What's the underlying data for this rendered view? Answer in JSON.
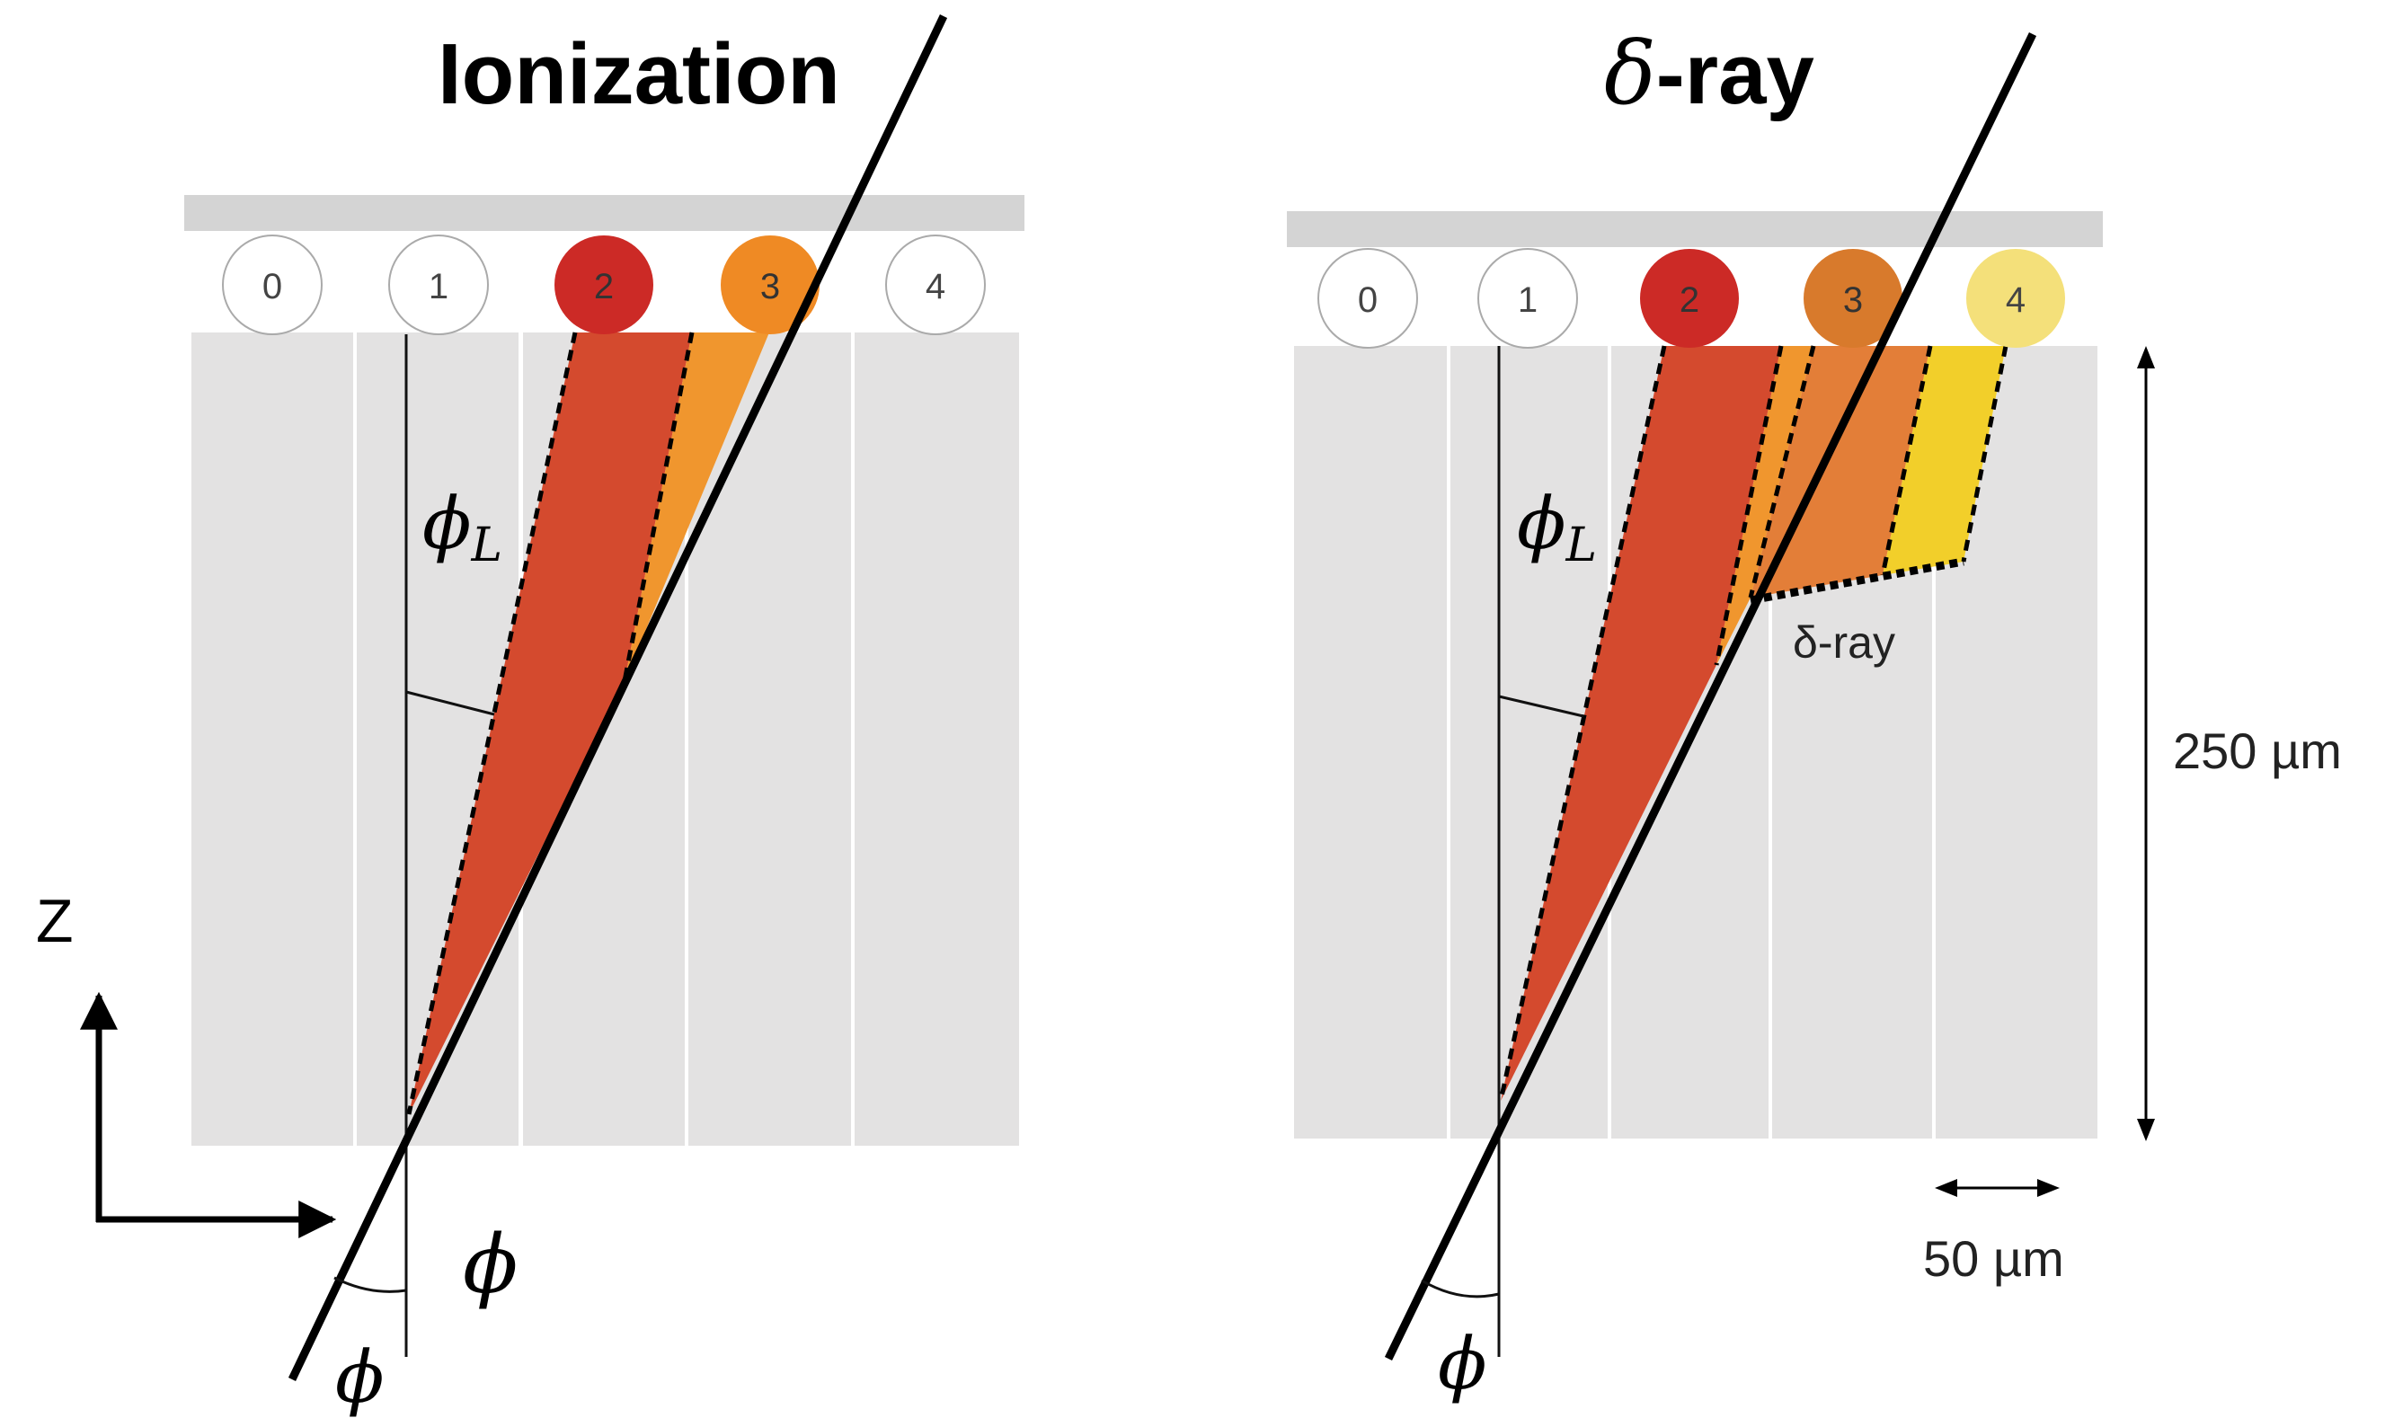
{
  "left_panel": {
    "title": "Ionization",
    "pixels": [
      "0",
      "1",
      "2",
      "3",
      "4"
    ],
    "angle_label": "ϕ",
    "angle_subscript": "L",
    "track_angle_label": "ϕ",
    "incident_angle_label": "ϕ"
  },
  "right_panel": {
    "title_symbol": "δ",
    "title_text": "-ray",
    "pixels": [
      "0",
      "1",
      "2",
      "3",
      "4"
    ],
    "angle_label": "ϕ",
    "angle_subscript": "L",
    "delta_ray_label": "δ-ray",
    "incident_angle_label": "ϕ",
    "thickness_label": "250 µm",
    "pitch_label": "50 µm"
  },
  "axes": {
    "z_label": "Z"
  },
  "colors": {
    "sensor_gray": "#e3e2e2",
    "top_bar_gray": "#d4d4d4",
    "pixel_red": "#cc2a26",
    "pixel_orange": "#ef8a24",
    "pixel_dark_orange": "#d87a2c",
    "pixel_yellow": "#f4e07a",
    "charge_red": "#d44a2e",
    "charge_orange": "#f0962e",
    "charge_mid_orange": "#e37e38",
    "charge_yellow": "#f2cf2a"
  }
}
